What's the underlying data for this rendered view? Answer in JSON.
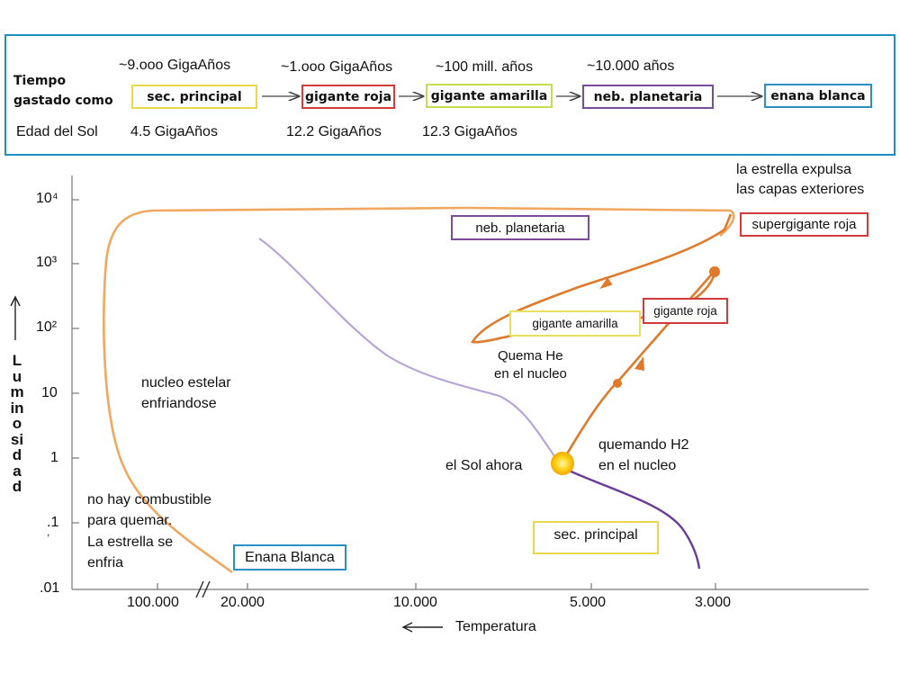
{
  "colors": {
    "frame_blue": "#1e8fc0",
    "yellow": "#e8d84a",
    "red": "#d23b3b",
    "green_yellow": "#c8dc50",
    "purple": "#7a4c9a",
    "cyan": "#2b8fc4",
    "orange_track": "#e07a2a",
    "light_orange_track": "#f0a860",
    "lilac_track": "#b8a4d6",
    "dark_purple_track": "#6a3a98",
    "sun": "#ffd21a"
  },
  "timeline": {
    "row_label_line1": "Tiempo",
    "row_label_line2": "gastado como",
    "age_label": "Edad del Sol",
    "stages": [
      {
        "label": "sec. principal",
        "duration": "~9.ooo  GigaAños",
        "sun_age": "4.5 GigaAños"
      },
      {
        "label": "gigante roja",
        "duration": "~1.ooo  GigaAños",
        "sun_age": "12.2 GigaAños"
      },
      {
        "label": "gigante amarilla",
        "duration": "~100 mill. años",
        "sun_age": "12.3 GigaAños"
      },
      {
        "label": "neb. planetaria",
        "duration": "~10.000  años",
        "sun_age": ""
      },
      {
        "label": "enana blanca",
        "duration": "",
        "sun_age": ""
      }
    ]
  },
  "diagram": {
    "y_axis_label": "Luminosidad",
    "y_ticks": [
      "10⁴",
      "10³",
      "10²",
      "10",
      "1",
      ".1",
      ".01"
    ],
    "x_ticks": [
      "100.000",
      "20.000",
      "10.000",
      "5.000",
      "3.000"
    ],
    "x_axis_label": "Temperatura",
    "axis_break_mark": "//",
    "annotations": {
      "expulsa_line1": "la estrella expulsa",
      "expulsa_line2": "las capas exteriores",
      "supergigante": "supergigante roja",
      "neb_planetaria": "neb. planetaria",
      "gigante_roja": "gigante roja",
      "gigante_amarilla": "gigante amarilla",
      "quema_he_line1": "Quema He",
      "quema_he_line2": "en el nucleo",
      "nucleo_line1": "nucleo estelar",
      "nucleo_line2": "enfriandose",
      "sol_ahora": "el Sol ahora",
      "quemando_line1": "quemando H2",
      "quemando_line2": "en el nucleo",
      "no_comb_line1": "no hay combustible",
      "no_comb_line2": "para quemar.",
      "no_comb_line3": "La estrella se",
      "no_comb_line4": "enfria",
      "enana_blanca": "Enana Blanca",
      "sec_principal": "sec. principal"
    }
  }
}
